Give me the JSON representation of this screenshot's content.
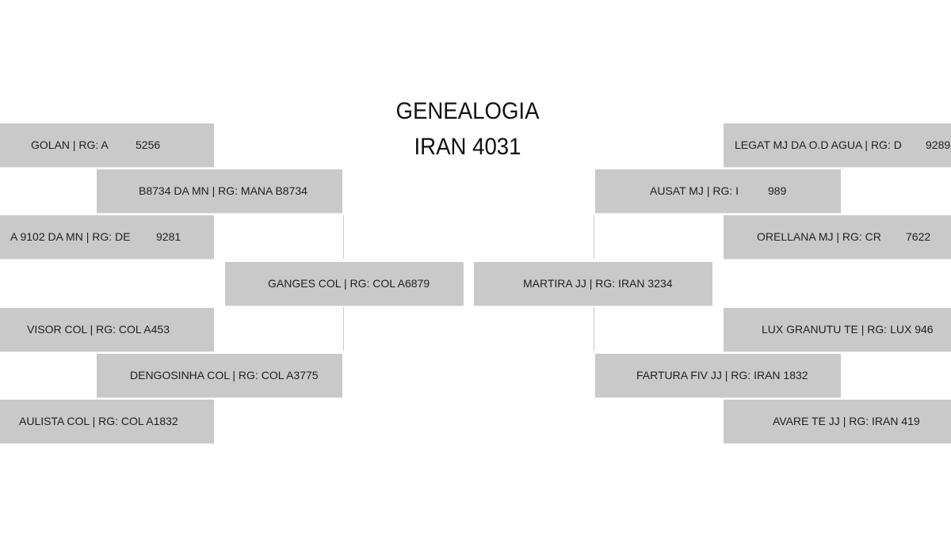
{
  "title": {
    "line1": "GENEALOGIA",
    "line2": "IRAN 4031"
  },
  "left": {
    "sire": {
      "name": "GANGES COL | RG: COL A6879"
    },
    "sire_sire": {
      "name": "B8734 DA MN | RG: MANA B8734"
    },
    "sire_sire_sire": {
      "name": "GOLAN | RG: A",
      "rg_num": "5256"
    },
    "sire_sire_dam": {
      "name": "A 9102 DA MN | RG: DE",
      "rg_num": "9281"
    },
    "sire_dam": {
      "name": "DENGOSINHA COL | RG: COL A3775"
    },
    "sire_dam_sire": {
      "name": "VISOR COL | RG: COL A453"
    },
    "sire_dam_dam": {
      "name": "AULISTA COL | RG: COL A1832"
    }
  },
  "right": {
    "dam": {
      "name": "MARTIRA JJ | RG: IRAN 3234"
    },
    "dam_sire": {
      "name": "AUSAT MJ | RG: I",
      "rg_num": "989"
    },
    "dam_sire_sire": {
      "name": "LEGAT MJ DA O.D AGUA | RG: D",
      "rg_num": "9289"
    },
    "dam_sire_dam": {
      "name": "ORELLANA MJ | RG: CR",
      "rg_num": "7622"
    },
    "dam_dam": {
      "name": "FARTURA FIV JJ | RG: IRAN 1832"
    },
    "dam_dam_sire": {
      "name": "LUX GRANUTU TE | RG: LUX 946"
    },
    "dam_dam_dam": {
      "name": "AVARE TE JJ | RG: IRAN 419"
    }
  },
  "colors": {
    "box_fill": "#c9c9c9",
    "connector": "#c8c8c8",
    "background": "#ffffff"
  }
}
